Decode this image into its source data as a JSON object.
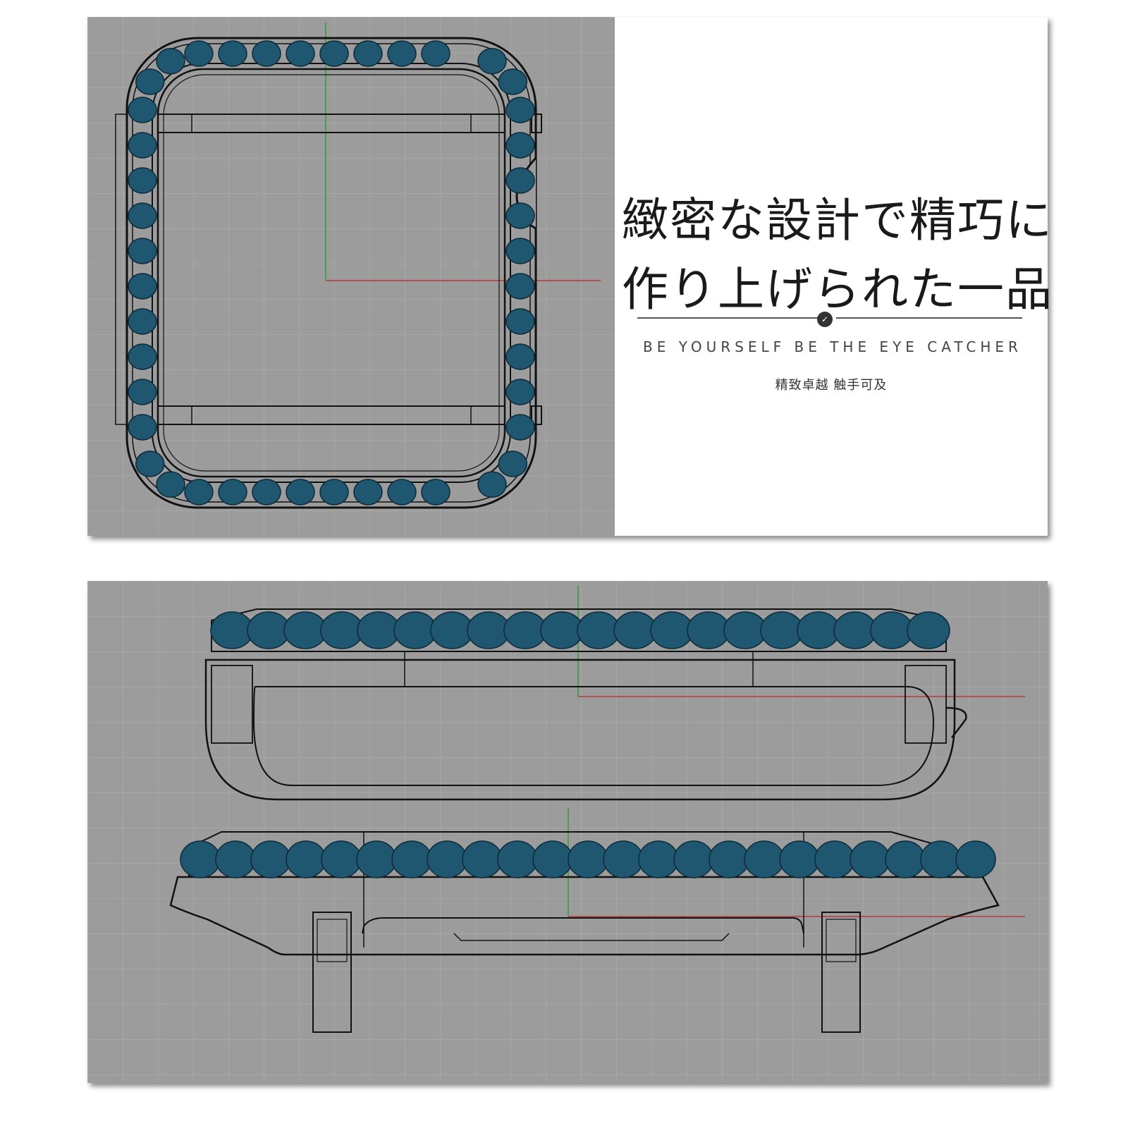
{
  "headline": {
    "line1": "緻密な設計で精巧に",
    "line2": "作り上げられた一品"
  },
  "badge": "✓",
  "tagline": "BE YOURSELF BE THE EYE CATCHER",
  "subline": "精致卓越 触手可及",
  "colors": {
    "cad_background": "#9c9c9c",
    "grid": "#b0b0b0",
    "stones": "#1f5670",
    "axis_green": "#2e9c3a",
    "axis_red": "#b8383c"
  }
}
